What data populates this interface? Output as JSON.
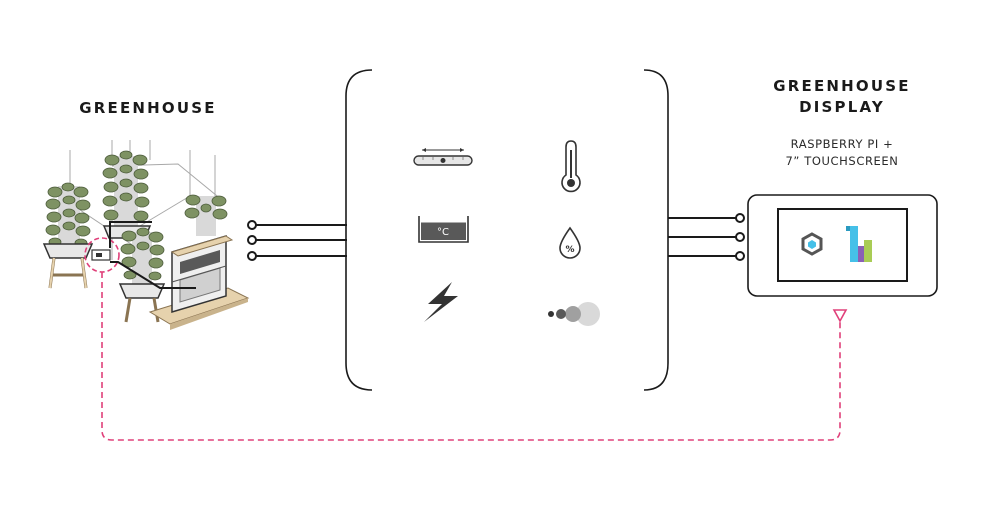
{
  "greenhouse": {
    "title": "GREENHOUSE"
  },
  "display": {
    "title_line1": "GREENHOUSE",
    "title_line2": "DISPLAY",
    "subtitle_line1": "RASPBERRY PI +",
    "subtitle_line2": "7” TOUCHSCREEN"
  },
  "colors": {
    "line": "#1a1a1a",
    "dashed_link": "#e0407a",
    "chart_bar_blue": "#45c0e8",
    "chart_bar_purple": "#8a5fb5",
    "chart_bar_green": "#a9cc55",
    "hex_logo": "#555555",
    "hex_accent": "#45c0e8",
    "grey_light": "#d9d9d9",
    "grey_mid": "#a0a0a0",
    "grey_dark": "#595959",
    "wood": "#e6d2ad",
    "plant_green": "#7e9263"
  },
  "icons": [
    "level-sensor-icon",
    "thermometer-icon",
    "celsius-tank-icon",
    "humidity-drop-icon",
    "lightning-icon",
    "light-dots-icon",
    "hex-logo-icon",
    "bar-chart-icon"
  ]
}
